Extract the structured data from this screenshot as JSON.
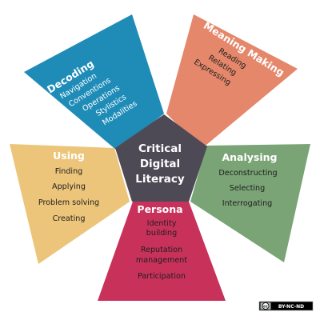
{
  "center": {
    "lines": [
      "Critical",
      "Digital",
      "Literacy"
    ],
    "color": "#4d4a55"
  },
  "segments": {
    "decoding": {
      "title": "Decoding",
      "items": [
        "Navigation",
        "Conventions",
        "Operations",
        "Stylistics",
        "Modalities"
      ],
      "color": "#1f8cb8"
    },
    "meaning_making": {
      "title": "Meaning Making",
      "items": [
        "Reading",
        "Relating",
        "Expressing"
      ],
      "color": "#e4876a"
    },
    "analysing": {
      "title": "Analysing",
      "items": [
        "Deconstructing",
        "Selecting",
        "Interrogating"
      ],
      "color": "#7aa476"
    },
    "persona": {
      "title": "Persona",
      "items": [
        "Identity\nbuilding",
        "Reputation\nmanagement",
        "Participation"
      ],
      "color": "#c8325a"
    },
    "using": {
      "title": "Using",
      "items": [
        "Finding",
        "Applying",
        "Problem solving",
        "Creating"
      ],
      "color": "#ecc57a"
    }
  },
  "license_badge": {
    "label": "BY-NC-ND",
    "cc_label": "cc"
  }
}
